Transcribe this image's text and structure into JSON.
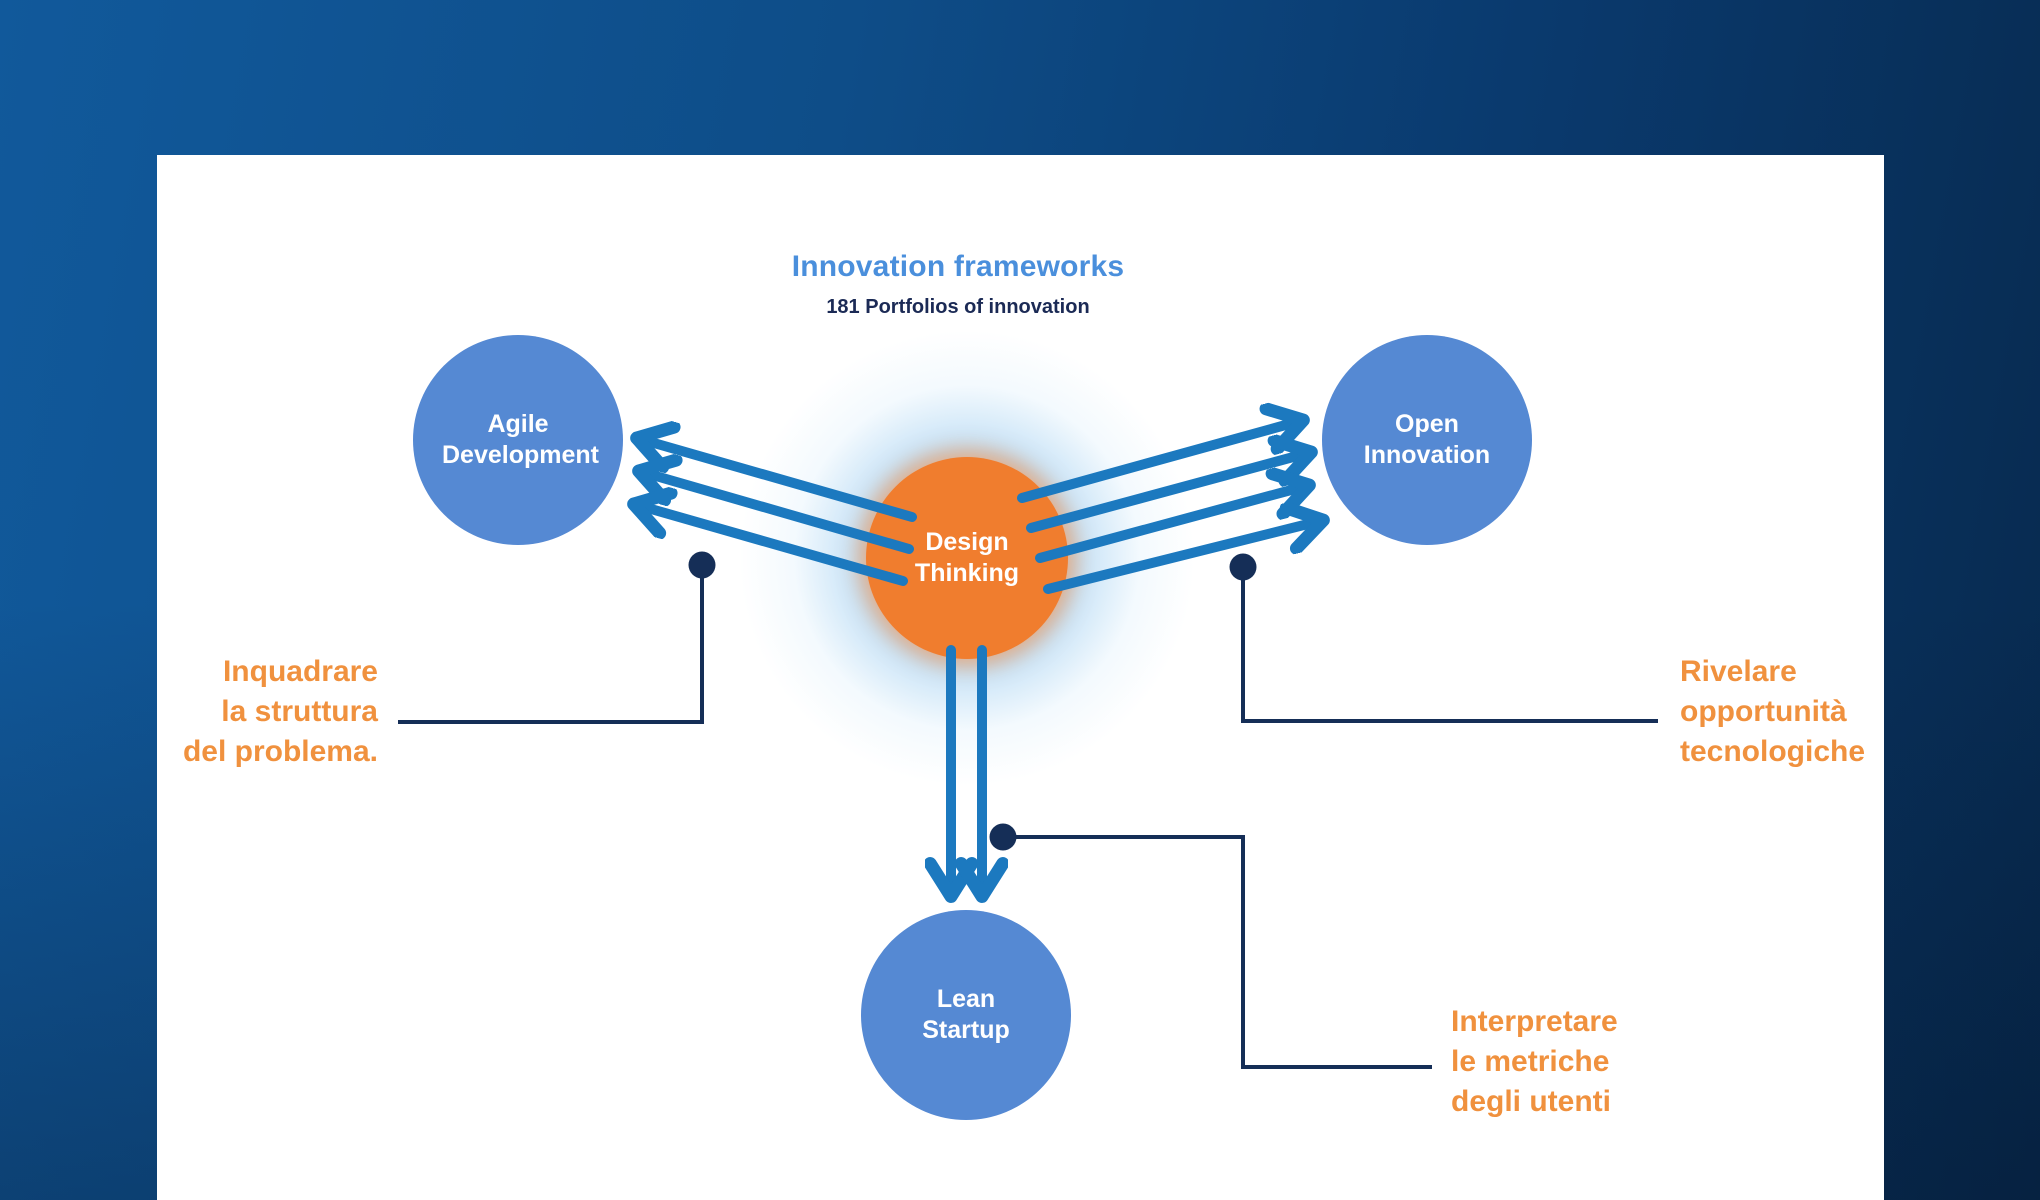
{
  "colors": {
    "background_top_left": "#11599B",
    "background_bottom_right": "#07294D",
    "card_background": "#FFFFFF",
    "title_blue": "#4A8FDC",
    "subtitle_navy": "#1B2A55",
    "node_blue": "#5589D3",
    "center_orange": "#F07D2E",
    "glow_blue": "#8FC6EA",
    "arrow_blue": "#1C79BF",
    "callout_navy": "#152E57",
    "annotation_orange": "#F0913E",
    "node_text_white": "#FFFFFF"
  },
  "diagram": {
    "title": "Innovation frameworks",
    "subtitle": "181 Portfolios of innovation",
    "center_node": {
      "label": "Design Thinking"
    },
    "nodes": [
      {
        "id": "agile",
        "label": "Agile Development"
      },
      {
        "id": "open",
        "label": "Open Innovation"
      },
      {
        "id": "lean",
        "label": "Lean Startup"
      }
    ],
    "annotations": [
      {
        "id": "left",
        "text": "Inquadrare\nla struttura\ndel problema."
      },
      {
        "id": "right",
        "text": "Rivelare\nopportunità\ntecnologiche"
      },
      {
        "id": "bottom",
        "text": "Interpretare\nle metriche\ndegli utenti"
      }
    ]
  }
}
